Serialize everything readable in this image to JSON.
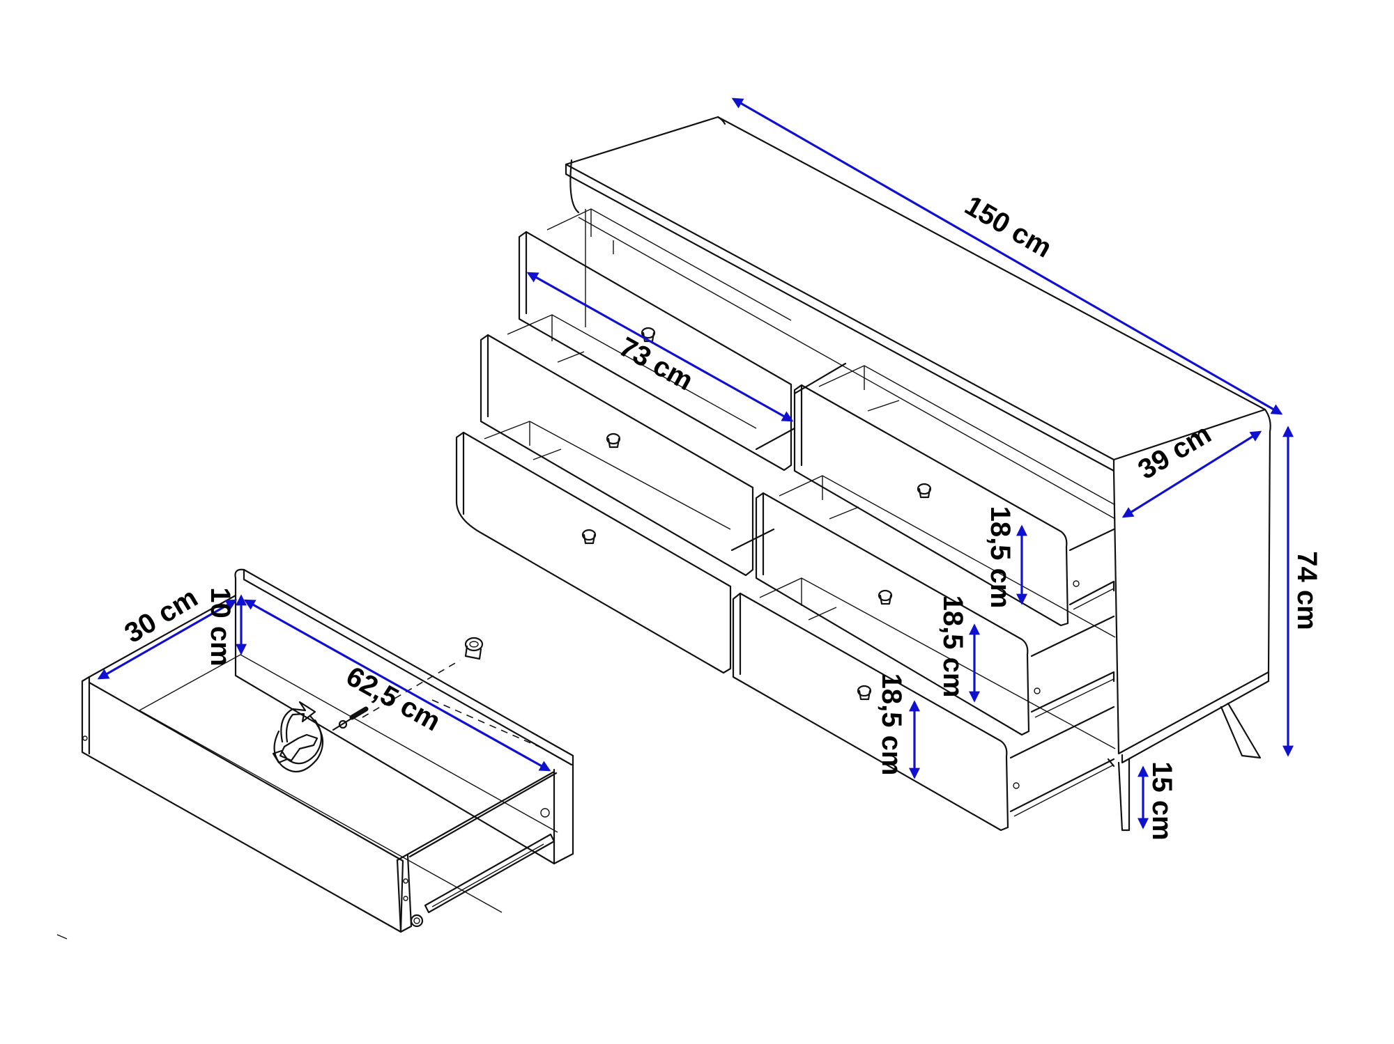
{
  "colors": {
    "dimension": "#1010d0",
    "outline": "#111111",
    "background": "#ffffff"
  },
  "icons": [
    "knob-icon",
    "screwdriver-rotate-icon"
  ],
  "dimensions": {
    "total_width": "150 cm",
    "top_drawer_width": "73 cm",
    "depth": "39 cm",
    "total_height": "74 cm",
    "drawer_height_1": "18,5 cm",
    "drawer_height_2": "18,5 cm",
    "drawer_height_3": "18,5 cm",
    "leg_height": "15 cm",
    "drawer_inner_depth": "30 cm",
    "drawer_inner_height": "10 cm",
    "drawer_inner_width": "62,5 cm"
  }
}
